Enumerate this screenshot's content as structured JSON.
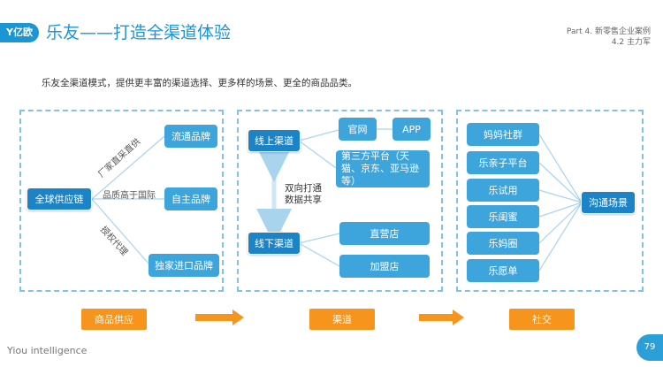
{
  "header": {
    "logo_text": "亿欧",
    "title": "乐友——打造全渠道体验",
    "part": "Part 4. 新零售企业案例",
    "sub": "4.2 主力军"
  },
  "intro": "乐友全渠道模式，提供更丰富的渠道选择、更多样的场景、更全的商品品类。",
  "supply": {
    "center": "全球供应链",
    "items": [
      "流通品牌",
      "自主品牌",
      "独家进口品牌"
    ],
    "edge_labels": [
      "厂家直采直供",
      "品质高于国际",
      "授权代理"
    ]
  },
  "channel": {
    "online": "线上渠道",
    "offline": "线下渠道",
    "online_items": [
      "官网",
      "APP",
      "第三方平台（天猫、京东、亚马逊等）"
    ],
    "offline_items": [
      "直营店",
      "加盟店"
    ],
    "share_label": "双向打通\n数据共享"
  },
  "social": {
    "center": "沟通场景",
    "items": [
      "妈妈社群",
      "乐亲子平台",
      "乐试用",
      "乐闺蜜",
      "乐妈圈",
      "乐愿单"
    ]
  },
  "bottom": {
    "items": [
      "商品供应",
      "渠道",
      "社交"
    ]
  },
  "footer": "Yiou intelligence",
  "page_number": "79",
  "colors": {
    "primary": "#1b95d3",
    "box": "#3da5dc",
    "accent": "#f7941d",
    "dash": "#7fc4e8"
  }
}
